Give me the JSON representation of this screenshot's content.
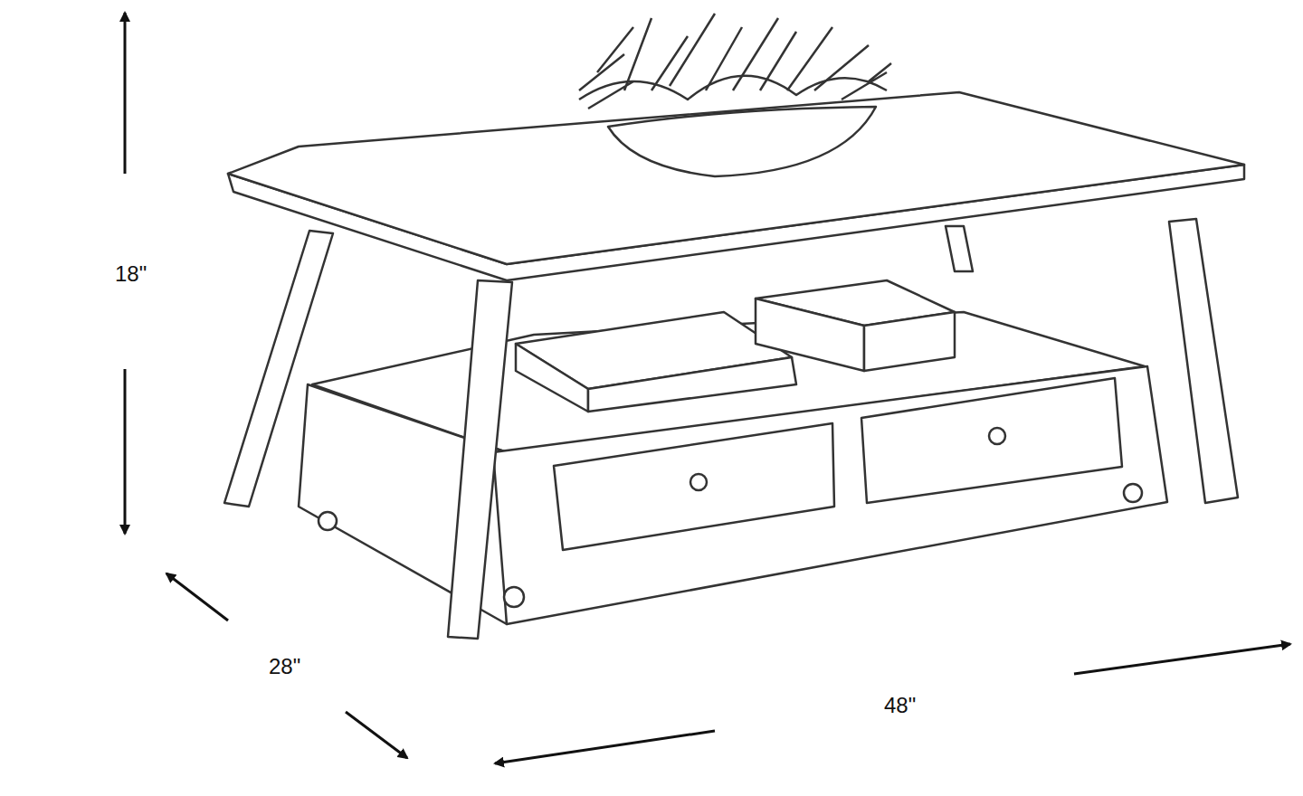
{
  "diagram": {
    "labels": [
      "18\"",
      "28\"",
      "48\""
    ]
  }
}
